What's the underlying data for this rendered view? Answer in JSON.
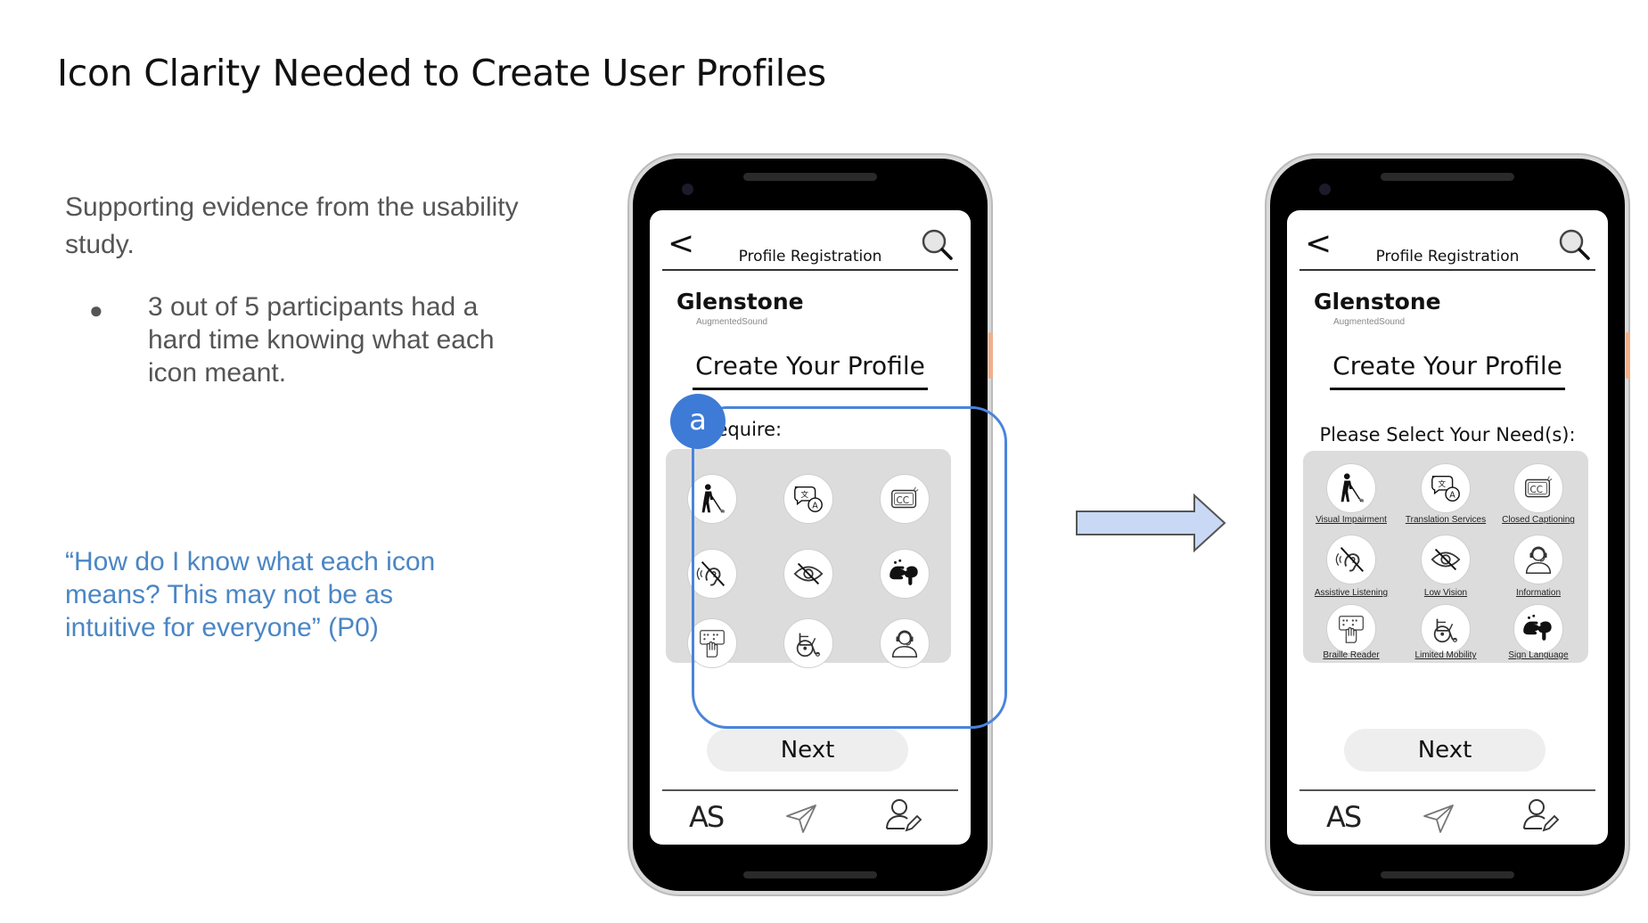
{
  "slide": {
    "title": "Icon Clarity Needed to Create User Profiles",
    "evidence_heading": "Supporting evidence from the usability study.",
    "bullet_marker": "●",
    "bullet": "3 out of 5 participants had a hard time knowing what each icon meant.",
    "quote": "“How do I know what each icon means? This may not be as intuitive for everyone” (P0)",
    "callout_badge": "a"
  },
  "phone_before": {
    "back_glyph": "<",
    "header_title": "Profile Registration",
    "brand": "Glenstone",
    "brand_sub": "AugmentedSound",
    "heading": "Create Your Profile",
    "section_label": "I Require:",
    "icons": [
      "visual-impairment",
      "translation-services",
      "closed-captioning",
      "assistive-listening",
      "low-vision",
      "sign-language",
      "braille-reader",
      "limited-mobility",
      "information"
    ],
    "next_label": "Next",
    "nav_logo": "AS"
  },
  "phone_after": {
    "back_glyph": "<",
    "header_title": "Profile Registration",
    "brand": "Glenstone",
    "brand_sub": "AugmentedSound",
    "heading": "Create Your Profile",
    "section_label": "Please Select Your Need(s):",
    "icons": [
      {
        "icon": "visual-impairment",
        "caption": "Visual Impairment"
      },
      {
        "icon": "translation-services",
        "caption": "Translation Services"
      },
      {
        "icon": "closed-captioning",
        "caption": "Closed Captioning"
      },
      {
        "icon": "assistive-listening",
        "caption": "Assistive Listening"
      },
      {
        "icon": "low-vision",
        "caption": "Low Vision"
      },
      {
        "icon": "information",
        "caption": "Information"
      },
      {
        "icon": "braille-reader",
        "caption": "Braille Reader"
      },
      {
        "icon": "limited-mobility",
        "caption": "Limited Mobility"
      },
      {
        "icon": "sign-language",
        "caption": "Sign Language"
      }
    ],
    "next_label": "Next",
    "nav_logo": "AS"
  },
  "colors": {
    "accent_blue": "#4a84dc",
    "quote_blue": "#4a86c5",
    "arrow_fill": "#c9d9f5",
    "grid_bg": "#dcdcdc"
  }
}
